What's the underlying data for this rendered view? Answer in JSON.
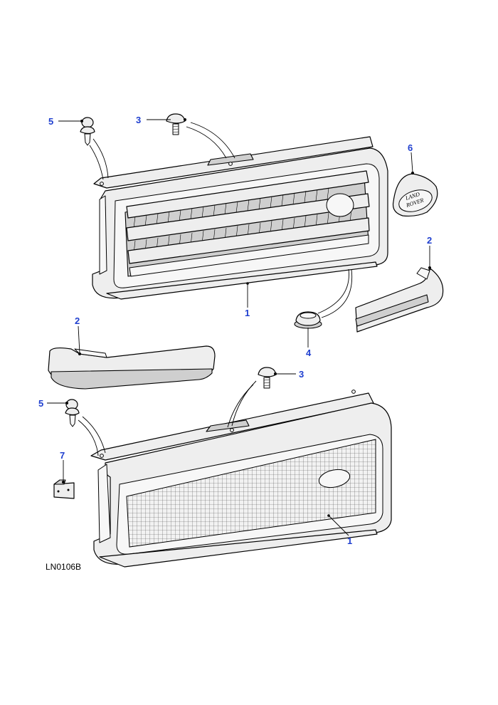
{
  "diagram": {
    "reference_code": "LN0106B",
    "badge_text_line1": "LAND",
    "badge_text_line2": "ROVER",
    "callouts": [
      {
        "id": "c1-top",
        "label": "1"
      },
      {
        "id": "c1-bottom",
        "label": "1"
      },
      {
        "id": "c2-right",
        "label": "2"
      },
      {
        "id": "c2-left",
        "label": "2"
      },
      {
        "id": "c3-top",
        "label": "3"
      },
      {
        "id": "c3-bottom",
        "label": "3"
      },
      {
        "id": "c4",
        "label": "4"
      },
      {
        "id": "c5-top",
        "label": "5"
      },
      {
        "id": "c5-bottom",
        "label": "5"
      },
      {
        "id": "c6",
        "label": "6"
      },
      {
        "id": "c7",
        "label": "7"
      }
    ],
    "colors": {
      "callout": "#1f3fcf",
      "line": "#000000"
    }
  }
}
